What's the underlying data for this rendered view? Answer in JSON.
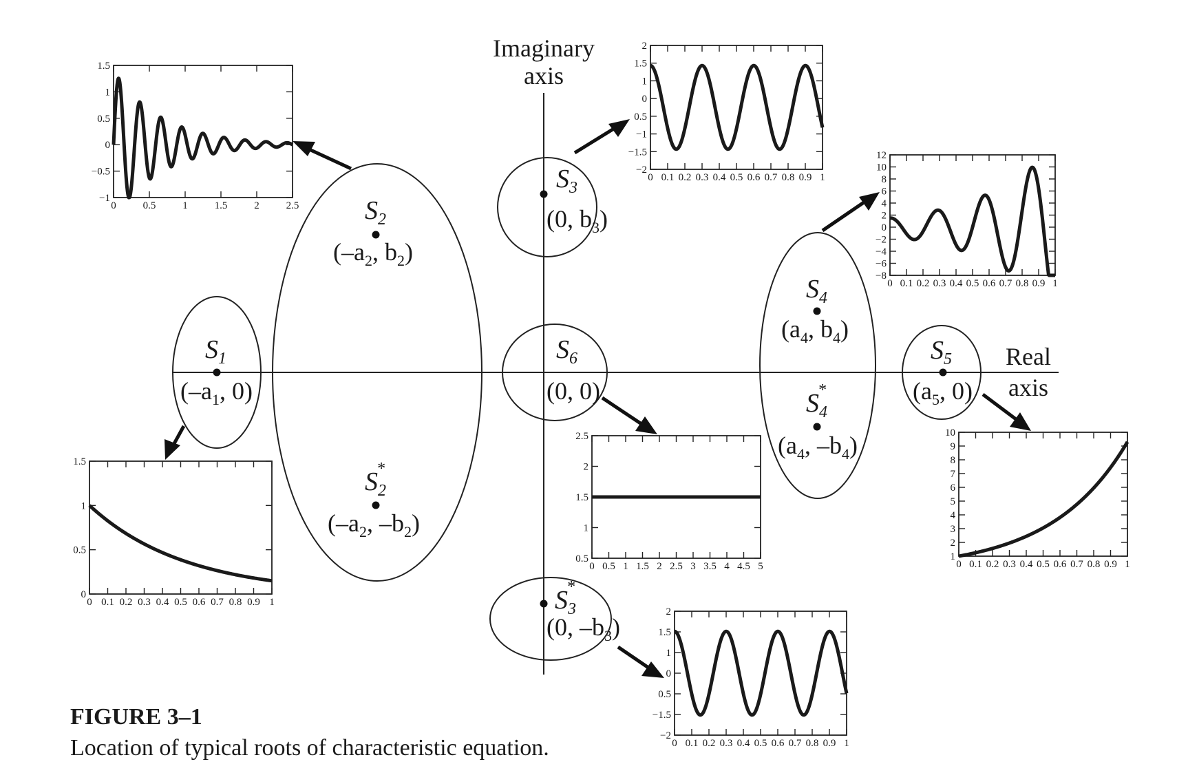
{
  "figure": {
    "caption_title": "FIGURE 3–1",
    "caption_text": "Location of typical roots of characteristic equation."
  },
  "axes": {
    "imaginary_line1": "Imaginary",
    "imaginary_line2": "axis",
    "real_line1": "Real",
    "real_line2": "axis"
  },
  "roots": [
    {
      "id": "S1",
      "main": "S",
      "sub": "1",
      "star": "",
      "coord_pre": "(–a",
      "coord_sub": "1",
      "coord_post": ", 0)"
    },
    {
      "id": "S2",
      "main": "S",
      "sub": "2",
      "star": "",
      "coord_pre": "(–a",
      "coord_sub": "2",
      "coord_post": ", b",
      "coord_sub2": "2",
      "coord_end": ")"
    },
    {
      "id": "S2star",
      "main": "S",
      "sub": "2",
      "star": "*",
      "coord_pre": "(–a",
      "coord_sub": "2",
      "coord_post": ", –b",
      "coord_sub2": "2",
      "coord_end": ")"
    },
    {
      "id": "S3",
      "main": "S",
      "sub": "3",
      "star": "",
      "coord_pre": "(0, b",
      "coord_sub": "3",
      "coord_post": ")"
    },
    {
      "id": "S3star",
      "main": "S",
      "sub": "3",
      "star": "*",
      "coord_pre": "(0, –b",
      "coord_sub": "3",
      "coord_post": ")"
    },
    {
      "id": "S4",
      "main": "S",
      "sub": "4",
      "star": "",
      "coord_pre": "(a",
      "coord_sub": "4",
      "coord_post": ", b",
      "coord_sub2": "4",
      "coord_end": ")"
    },
    {
      "id": "S4star",
      "main": "S",
      "sub": "4",
      "star": "*",
      "coord_pre": "(a",
      "coord_sub": "4",
      "coord_post": ", –b",
      "coord_sub2": "4",
      "coord_end": ")"
    },
    {
      "id": "S5",
      "main": "S",
      "sub": "5",
      "star": "",
      "coord_pre": "(a",
      "coord_sub": "5",
      "coord_post": ", 0)"
    },
    {
      "id": "S6",
      "main": "S",
      "sub": "6",
      "star": "",
      "coord_pre": "(0, 0)",
      "coord_sub": "",
      "coord_post": ""
    }
  ],
  "chart_data": [
    {
      "id": "plot-s2",
      "type": "line",
      "curve": "damped-oscillation",
      "xlim": [
        0,
        2.5
      ],
      "ylim": [
        -1,
        1.5
      ],
      "xticks": [
        "0",
        "0.5",
        "1",
        "1.5",
        "2",
        "2.5"
      ],
      "yticks": [
        "−1",
        "−0.5",
        "0",
        "0.5",
        "1",
        "1.5"
      ],
      "params": {
        "amplitude": 1.4,
        "decay": 1.5,
        "frequency": 3.4,
        "phase": 1.5708
      }
    },
    {
      "id": "plot-s3",
      "type": "line",
      "curve": "sustained-oscillation",
      "xlim": [
        0,
        1
      ],
      "ylim": [
        -2,
        2
      ],
      "xticks": [
        "0",
        "0.1",
        "0.2",
        "0.3",
        "0.4",
        "0.5",
        "0.6",
        "0.7",
        "0.8",
        "0.9",
        "1"
      ],
      "yticks": [
        "−2",
        "−1.5",
        "−1",
        "0.5",
        "0",
        "1",
        "1.5",
        "2"
      ],
      "params": {
        "amplitude": 1.35,
        "frequency": 3.33
      }
    },
    {
      "id": "plot-s4",
      "type": "line",
      "curve": "growing-oscillation",
      "xlim": [
        0,
        1
      ],
      "ylim": [
        -8,
        12
      ],
      "xticks": [
        "0",
        "0.1",
        "0.2",
        "0.3",
        "0.4",
        "0.5",
        "0.6",
        "0.7",
        "0.8",
        "0.9",
        "1"
      ],
      "yticks": [
        "−8",
        "−6",
        "−4",
        "−2",
        "0",
        "2",
        "4",
        "6",
        "8",
        "10",
        "12"
      ],
      "params": {
        "amplitude": 1.5,
        "growth": 2.2,
        "frequency": 3.5
      }
    },
    {
      "id": "plot-s1",
      "type": "line",
      "curve": "exponential-decay",
      "xlim": [
        0,
        1
      ],
      "ylim": [
        0,
        1.5
      ],
      "xticks": [
        "0",
        "0.1",
        "0.2",
        "0.3",
        "0.4",
        "0.5",
        "0.6",
        "0.7",
        "0.8",
        "0.9",
        "1"
      ],
      "yticks": [
        "0",
        "0.5",
        "1",
        "1.5"
      ],
      "params": {
        "start": 1.0,
        "rate": 1.9
      }
    },
    {
      "id": "plot-s6",
      "type": "line",
      "curve": "constant",
      "xlim": [
        0,
        5
      ],
      "ylim": [
        0.5,
        2.5
      ],
      "xticks": [
        "0",
        "0.5",
        "1",
        "1.5",
        "2",
        "2.5",
        "3",
        "3.5",
        "4",
        "4.5",
        "5"
      ],
      "yticks": [
        "0.5",
        "1",
        "1.5",
        "2",
        "2.5"
      ],
      "params": {
        "value": 1.5
      }
    },
    {
      "id": "plot-s5",
      "type": "line",
      "curve": "exponential-growth",
      "xlim": [
        0,
        1
      ],
      "ylim": [
        1,
        10
      ],
      "xticks": [
        "0",
        "0.1",
        "0.2",
        "0.3",
        "0.4",
        "0.5",
        "0.6",
        "0.7",
        "0.8",
        "0.9",
        "1"
      ],
      "yticks": [
        "1",
        "2",
        "3",
        "4",
        "5",
        "6",
        "7",
        "8",
        "9",
        "10"
      ],
      "params": {
        "start": 1.0,
        "rate": 2.23
      }
    },
    {
      "id": "plot-s3star",
      "type": "line",
      "curve": "sustained-oscillation",
      "xlim": [
        0,
        1
      ],
      "ylim": [
        -2,
        2
      ],
      "xticks": [
        "0",
        "0.1",
        "0.2",
        "0.3",
        "0.4",
        "0.5",
        "0.6",
        "0.7",
        "0.8",
        "0.9",
        "1"
      ],
      "yticks": [
        "−2",
        "−1.5",
        "0.5",
        "0",
        "1",
        "1.5",
        "2"
      ],
      "params": {
        "amplitude": 1.35,
        "frequency": 3.33
      }
    }
  ]
}
